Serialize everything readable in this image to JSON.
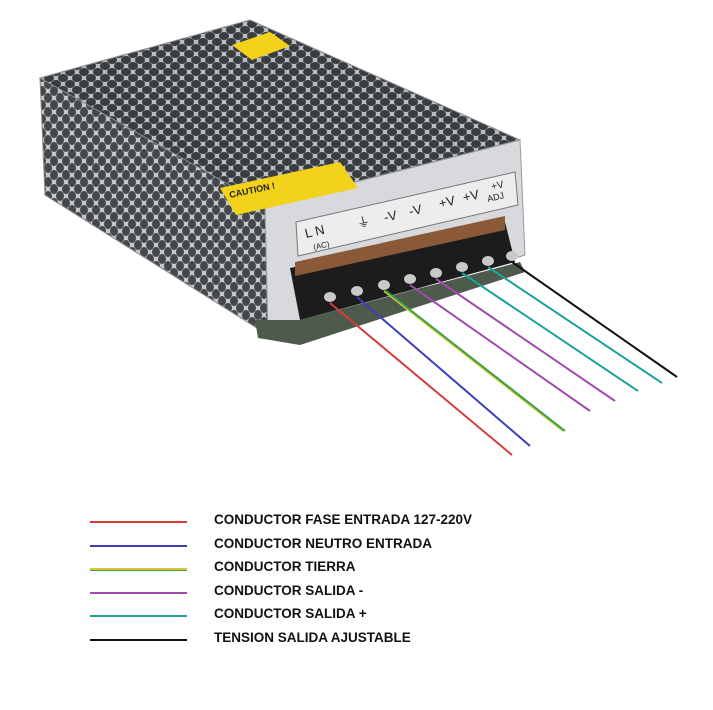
{
  "device": {
    "caution_label": "CAUTION !",
    "terminals": {
      "ln": "L   N",
      "ac": "(AC)",
      "ground": "⏚",
      "neg1": "-V",
      "neg2": "-V",
      "pos1": "+V",
      "pos2": "+V",
      "adj_top": "+V",
      "adj_bottom": "ADJ"
    }
  },
  "wires": [
    {
      "color": "#d83a3a"
    },
    {
      "color": "#3b3fb8"
    },
    {
      "color": "#d9c93a",
      "stripe": "#3aa04a"
    },
    {
      "color": "#a24ab0"
    },
    {
      "color": "#a24ab0"
    },
    {
      "color": "#1aa39a"
    },
    {
      "color": "#1aa39a"
    },
    {
      "color": "#111111"
    }
  ],
  "legend": [
    {
      "label": "CONDUCTOR FASE ENTRADA 127-220V",
      "color": "#d83a3a"
    },
    {
      "label": "CONDUCTOR NEUTRO ENTRADA",
      "color": "#3b3fb8"
    },
    {
      "label": "CONDUCTOR TIERRA",
      "color": "#d9c93a",
      "stripe": "#3aa04a"
    },
    {
      "label": "CONDUCTOR SALIDA -",
      "color": "#a24ab0"
    },
    {
      "label": "CONDUCTOR SALIDA +",
      "color": "#1aa39a"
    },
    {
      "label": "TENSION SALIDA AJUSTABLE",
      "color": "#111111"
    }
  ]
}
